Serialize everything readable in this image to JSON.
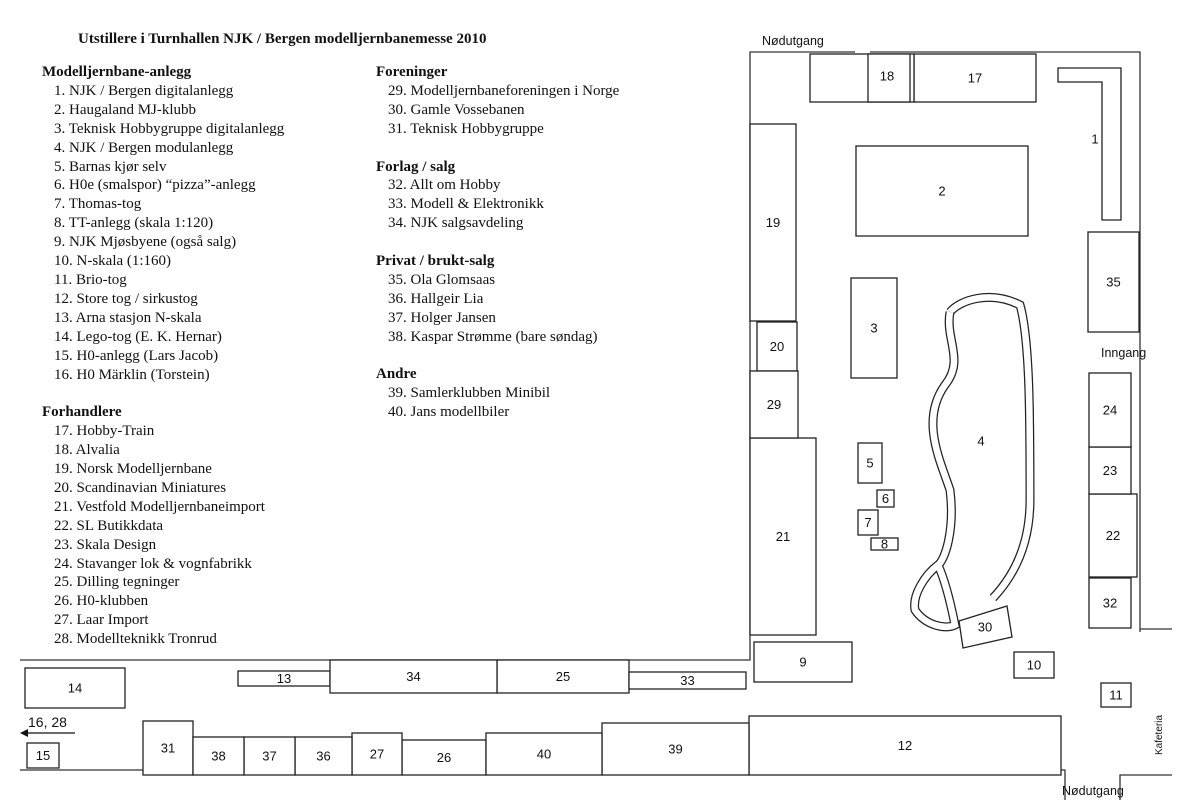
{
  "title": "Utstillere i Turnhallen NJK / Bergen modelljernbanemesse 2010",
  "sections": [
    {
      "heading": "Modelljernbane-anlegg",
      "items": [
        "1. NJK / Bergen digitalanlegg",
        "2. Haugaland MJ-klubb",
        "3. Teknisk Hobbygruppe digitalanlegg",
        "4. NJK / Bergen modulanlegg",
        "5. Barnas kjør selv",
        "6. H0e (smalspor) “pizza”-anlegg",
        "7. Thomas-tog",
        "8. TT-anlegg (skala 1:120)",
        "9. NJK Mjøsbyene (også salg)",
        "10. N-skala (1:160)",
        "11. Brio-tog",
        "12. Store tog / sirkustog",
        "13. Arna stasjon N-skala",
        "14. Lego-tog (E. K. Hernar)",
        "15. H0-anlegg (Lars Jacob)",
        "16. H0 Märklin (Torstein)"
      ]
    },
    {
      "heading": "Forhandlere",
      "items": [
        "17. Hobby-Train",
        "18. Alvalia",
        "19. Norsk Modelljernbane",
        "20. Scandinavian Miniatures",
        "21. Vestfold Modelljernbaneimport",
        "22. SL Butikkdata",
        "23. Skala Design",
        "24. Stavanger lok & vognfabrikk",
        "25. Dilling tegninger",
        "26. H0-klubben",
        "27. Laar Import",
        "28. Modellteknikk Tronrud"
      ]
    },
    {
      "heading": "Foreninger",
      "items": [
        "29. Modelljernbaneforeningen i Norge",
        "30. Gamle Vossebanen",
        "31. Teknisk Hobbygruppe"
      ]
    },
    {
      "heading": "Forlag / salg",
      "items": [
        "32. Allt om Hobby",
        "33. Modell & Elektronikk",
        "34. NJK salgsavdeling"
      ]
    },
    {
      "heading": "Privat / brukt-salg",
      "items": [
        "35. Ola Glomsaas",
        "36. Hallgeir Lia",
        "37. Holger Jansen",
        "38. Kaspar Strømme (bare søndag)"
      ]
    },
    {
      "heading": "Andre",
      "items": [
        "39. Samlerklubben Minibil",
        "40. Jans modellbiler"
      ]
    }
  ],
  "map": {
    "labels": {
      "emergency_exit_top": "Nødutgang",
      "emergency_exit_bottom": "Nødutgang",
      "entrance": "Inngang",
      "cafeteria": "Kafeteria",
      "arrow_note": "16, 28"
    },
    "booths": [
      "1",
      "2",
      "3",
      "4",
      "5",
      "6",
      "7",
      "8",
      "9",
      "10",
      "11",
      "12",
      "13",
      "14",
      "15",
      "17",
      "18",
      "19",
      "20",
      "21",
      "22",
      "23",
      "24",
      "25",
      "26",
      "27",
      "29",
      "30",
      "31",
      "32",
      "33",
      "34",
      "35",
      "36",
      "37",
      "38",
      "39",
      "40"
    ]
  }
}
